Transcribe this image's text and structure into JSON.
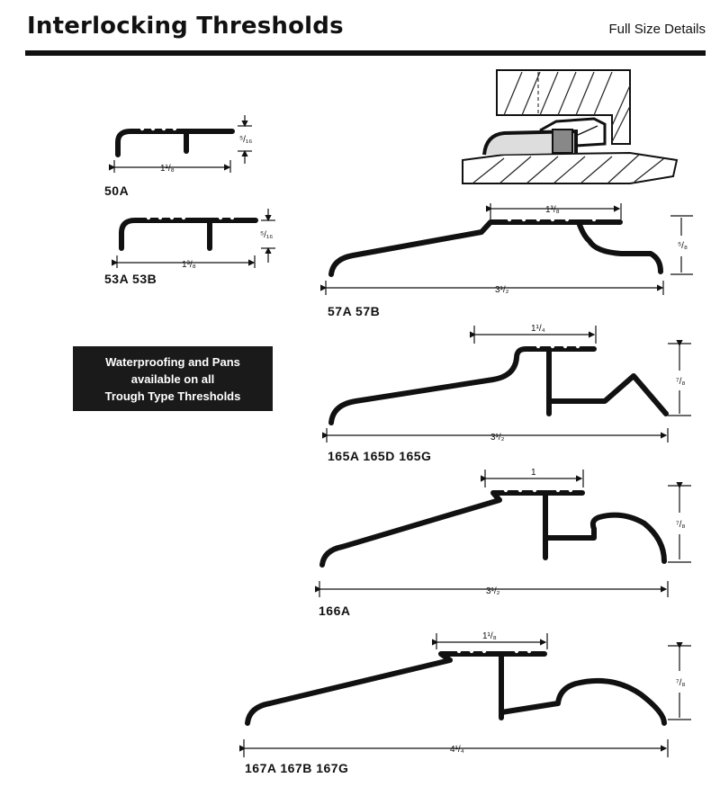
{
  "header": {
    "title": "Interlocking Thresholds",
    "subtitle": "Full Size Details"
  },
  "callout": {
    "line1": "Waterproofing and Pans",
    "line2": "available on all",
    "line3": "Trough Type Thresholds"
  },
  "parts": [
    {
      "label": "50A",
      "width": "1¹/₈",
      "height": "⁵/₁₆"
    },
    {
      "label": "53A  53B",
      "width": "1³/₈",
      "height": "⁵/₁₆"
    },
    {
      "label": "57A  57B",
      "top": "1³/₈",
      "width": "3¹/₂",
      "height": "⁵/₈"
    },
    {
      "label": "165A  165D  165G",
      "top": "1¹/₄",
      "width": "3¹/₂",
      "height": "⁷/₈"
    },
    {
      "label": "166A",
      "top": "1",
      "width": "3¹/₂",
      "height": "⁷/₈"
    },
    {
      "label": "167A  167B  167G",
      "top": "1¹/₈",
      "width": "4¹/₄",
      "height": "⁷/₈"
    }
  ]
}
